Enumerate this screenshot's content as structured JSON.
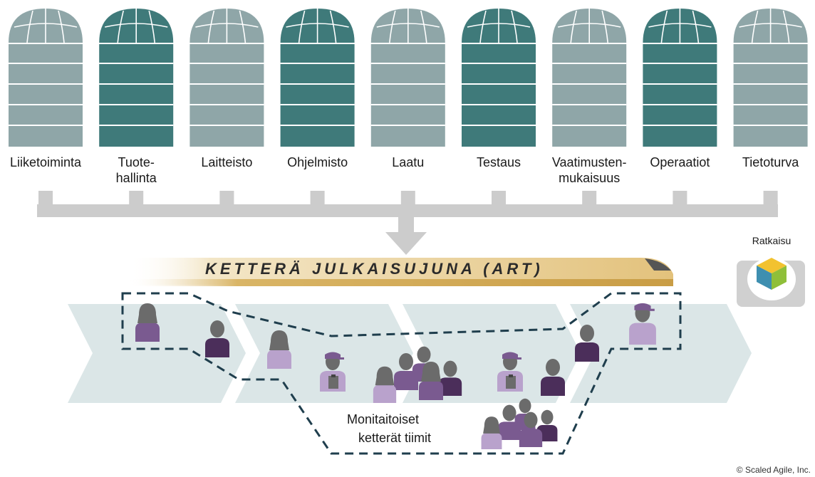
{
  "silos": [
    {
      "label": "Liiketoiminta",
      "label2": "",
      "style": "light"
    },
    {
      "label": "Tuote-",
      "label2": "hallinta",
      "style": "dark"
    },
    {
      "label": "Laitteisto",
      "label2": "",
      "style": "light"
    },
    {
      "label": "Ohjelmisto",
      "label2": "",
      "style": "dark"
    },
    {
      "label": "Laatu",
      "label2": "",
      "style": "light"
    },
    {
      "label": "Testaus",
      "label2": "",
      "style": "dark"
    },
    {
      "label": "Vaatimusten-",
      "label2": "mukaisuus",
      "style": "light"
    },
    {
      "label": "Operaatiot",
      "label2": "",
      "style": "dark"
    },
    {
      "label": "Tietoturva",
      "label2": "",
      "style": "light"
    }
  ],
  "colors": {
    "silo_light": "#8fa6a8",
    "silo_dark": "#3f7a7a",
    "connector": "#cccccc",
    "chevron": "#dbe6e7",
    "train_gold": "#e6c98a",
    "purple_dark": "#4b2e5a",
    "purple_mid": "#7a5a90",
    "purple_light": "#b9a2cc",
    "head_gray": "#6b6b6b",
    "dash": "#1f3e4d"
  },
  "train": {
    "label": "KETTERÄ JULKAISUJUNA (ART)"
  },
  "solution": {
    "label": "Ratkaisu",
    "icon": "cube-icon"
  },
  "teams": {
    "line1": "Monitaitoiset",
    "line2": "ketterät tiimit"
  },
  "copyright": "© Scaled Agile, Inc."
}
